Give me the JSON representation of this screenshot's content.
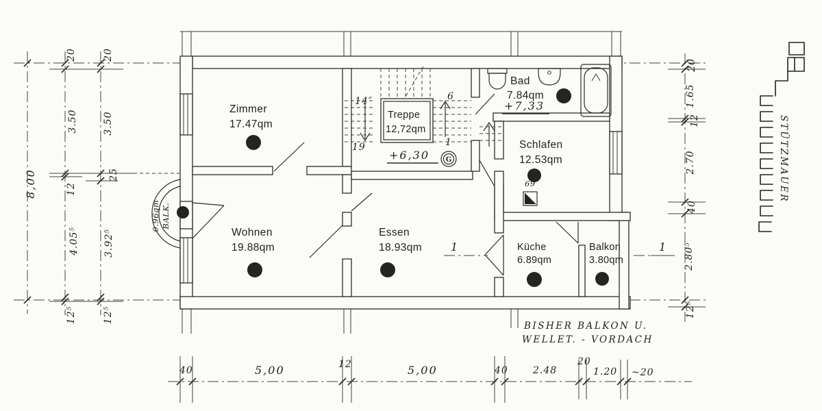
{
  "rooms": {
    "zimmer": {
      "name": "Zimmer",
      "area": "17.47qm"
    },
    "treppe": {
      "name": "Treppe",
      "area": "12,72qm"
    },
    "bad": {
      "name": "Bad",
      "area": "7.84qm"
    },
    "schlafen": {
      "name": "Schlafen",
      "area": "12.53qm"
    },
    "wohnen": {
      "name": "Wohnen",
      "area": "19.88qm"
    },
    "essen": {
      "name": "Essen",
      "area": "18.93qm"
    },
    "kueche": {
      "name": "Küche",
      "area": "6.89qm"
    },
    "balkon": {
      "name": "Balkon",
      "area": "3.80qm"
    },
    "balk_bay": {
      "name": "BALK.",
      "area": "0.96qm"
    }
  },
  "levels": {
    "stairwell": "+6,30",
    "bad": "+7,33"
  },
  "stairs": {
    "left_run_top": "14″",
    "left_run_bottom": "19",
    "right_run_top": "6",
    "right_run_bottom": "1"
  },
  "symbols": {
    "gas_meter": "G"
  },
  "annotations": {
    "schlafen_number": "69",
    "note_line1": "BISHER BALKON U.",
    "note_line2": "WELLET. - VORDACH",
    "retaining_wall": "STÜTZMAUER",
    "section_left": "1",
    "section_right": "1"
  },
  "dimensions": {
    "left_total": "8,00",
    "left_inner": [
      "20",
      "3.50",
      "12",
      "4.05⁵",
      "12⁵"
    ],
    "left_outer": [
      "20",
      "3.50",
      "25",
      "3.92⁵",
      "12⁵"
    ],
    "bottom": [
      "40",
      "5,00",
      "12",
      "5,00",
      "40",
      "2.48",
      "20",
      "1.20",
      "~20"
    ],
    "right": [
      "20",
      "1.65",
      "12",
      "2.70",
      "40",
      "2.80⁵",
      "12⁵"
    ]
  }
}
